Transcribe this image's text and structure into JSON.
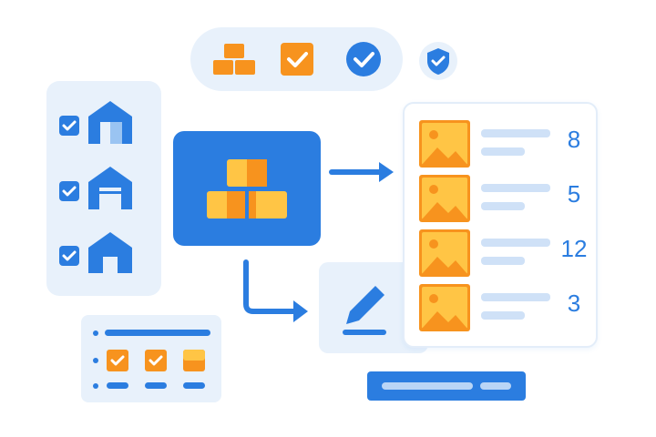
{
  "colors": {
    "primary": "#2b7de0",
    "primary_light": "#e8f1fb",
    "accent_orange": "#f7931e",
    "accent_yellow": "#ffc545"
  },
  "list": {
    "items": [
      {
        "count": "8"
      },
      {
        "count": "5"
      },
      {
        "count": "12"
      },
      {
        "count": "3"
      }
    ]
  }
}
